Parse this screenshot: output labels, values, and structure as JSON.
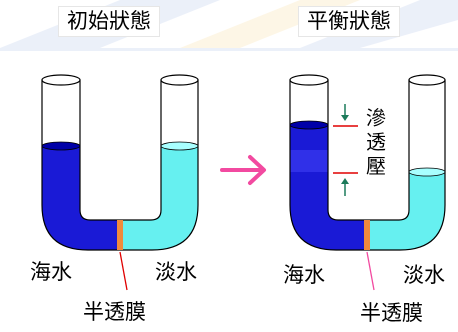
{
  "headings": {
    "initial": "初始狀態",
    "equilibrium": "平衡狀態"
  },
  "left_diagram": {
    "seawater": "海水",
    "freshwater": "淡水",
    "membrane": "半透膜"
  },
  "right_diagram": {
    "seawater": "海水",
    "freshwater": "淡水",
    "membrane": "半透膜",
    "osmotic_pressure": "滲透壓"
  },
  "colors": {
    "seawater": "#1a1ad6",
    "seawater_dark": "#0000a8",
    "freshwater": "#66f0f0",
    "membrane": "#f08a3c",
    "arrow": "#f24aa0",
    "pressure_line": "#e00000",
    "small_arrow": "#1c7a5a",
    "background_stripe": "#6f8fd6"
  },
  "icons": {
    "process_arrow": "right-arrow-icon",
    "pressure_arrows": "small-arrow-icon"
  }
}
